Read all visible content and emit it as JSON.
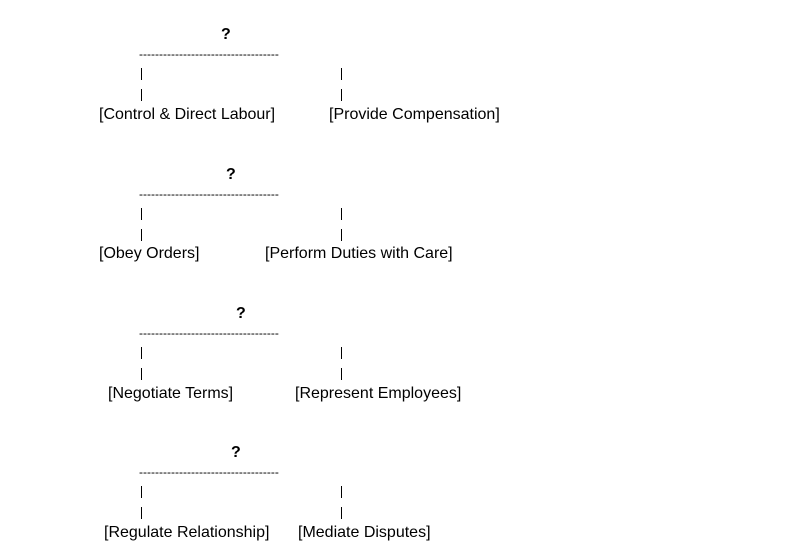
{
  "blocks": [
    {
      "root": "?",
      "connector": "-----------------------------------",
      "left": "[Control & Direct Labour]",
      "right": "[Provide Compensation]"
    },
    {
      "root": "?",
      "connector": "-----------------------------------",
      "left": "[Obey Orders]",
      "right": "[Perform Duties with Care]"
    },
    {
      "root": "?",
      "connector": "-----------------------------------",
      "left": "[Negotiate Terms]",
      "right": "[Represent Employees]"
    },
    {
      "root": "?",
      "connector": "-----------------------------------",
      "left": "[Regulate Relationship]",
      "right": "[Mediate Disputes]"
    }
  ]
}
